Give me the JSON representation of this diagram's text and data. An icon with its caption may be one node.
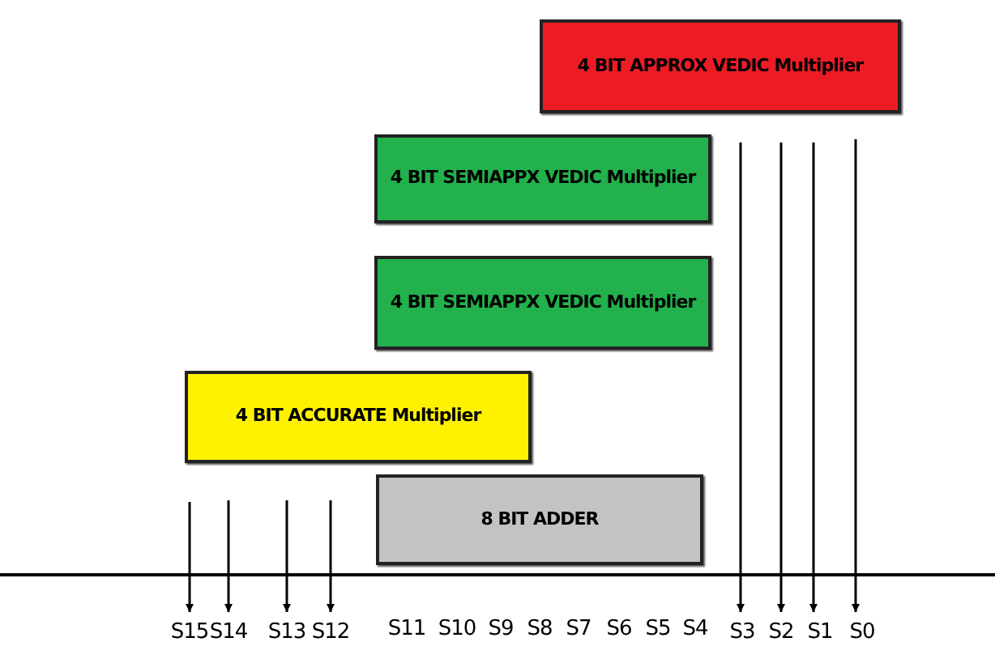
{
  "diagram": {
    "nodes": [
      {
        "text": [
          "4 BIT APPROX VEDIC Multiplier"
        ]
      },
      {
        "text": [
          "4 BIT SEMIAPPX VEDIC Multiplier"
        ]
      },
      {
        "text": [
          "4 BIT SEMIAPPX VEDIC Multiplier"
        ]
      },
      {
        "text": [
          "4 BIT ACCURATE Multiplier"
        ]
      },
      {
        "text": [
          "8 BIT ADDER"
        ]
      },
      {
        "text": [
          "S15"
        ]
      },
      {
        "text": [
          "S14"
        ]
      },
      {
        "text": [
          "S13"
        ]
      },
      {
        "text": [
          "S12"
        ]
      },
      {
        "text": [
          "S3"
        ]
      },
      {
        "text": [
          "S2"
        ]
      },
      {
        "text": [
          "S1"
        ]
      },
      {
        "text": [
          "S0"
        ]
      }
    ],
    "edges": [
      {
        "from": null,
        "to": 5,
        "arrow": "to"
      },
      {
        "from": null,
        "to": 6,
        "arrow": "to"
      },
      {
        "from": null,
        "to": 7,
        "arrow": "to"
      },
      {
        "from": null,
        "to": 8,
        "arrow": "to"
      },
      {
        "from": null,
        "to": 9,
        "arrow": "to"
      },
      {
        "from": null,
        "to": 10,
        "arrow": "to"
      },
      {
        "from": null,
        "to": 11,
        "arrow": "to"
      },
      {
        "from": null,
        "to": 12,
        "arrow": "to"
      }
    ],
    "labels": [
      "S11",
      "S10",
      "S9",
      "S8",
      "S7",
      "S6",
      "S5",
      "S4"
    ]
  }
}
